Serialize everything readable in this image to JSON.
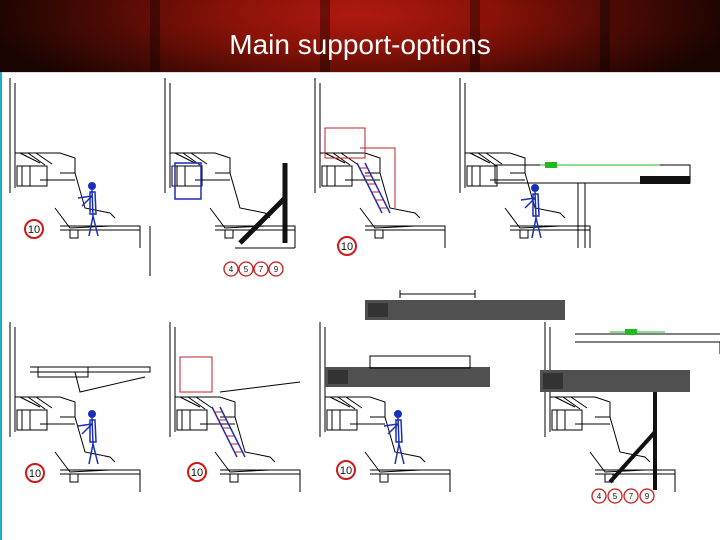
{
  "title": "Main support-options",
  "badges": {
    "p1": "10",
    "p2": [
      "4",
      "5",
      "7",
      "9"
    ],
    "p3": "10",
    "p5": "10",
    "p6": "10",
    "p7": "10",
    "p8": [
      "4",
      "5",
      "7",
      "9"
    ]
  },
  "colors": {
    "header_dark": "#4a0a04",
    "header_red": "#b01a10",
    "worker_blue": "#1a2fb8",
    "badge_red": "#d01818",
    "pipe_gray": "#505050",
    "support_black": "#111111",
    "highlight_green": "#22b822",
    "frame_cyan": "#19b0c8"
  }
}
